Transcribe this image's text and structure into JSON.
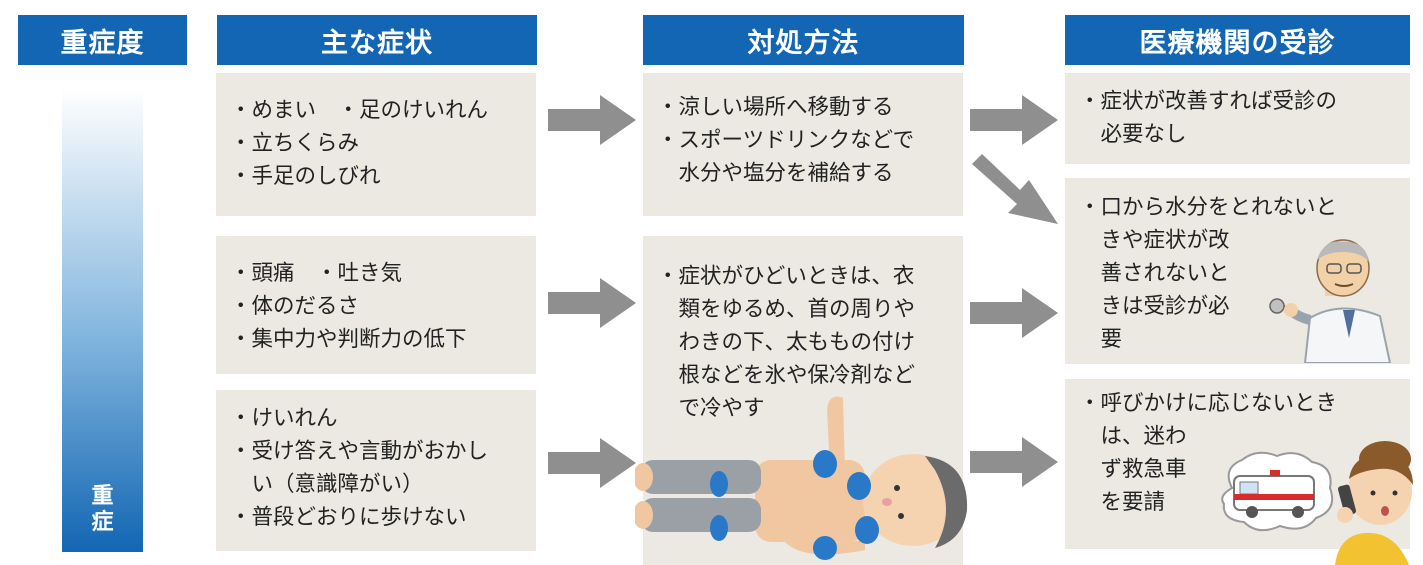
{
  "headers": {
    "severity": "重症度",
    "symptoms": "主な症状",
    "treatment": "対処方法",
    "medical": "医療機関の受診"
  },
  "severity_bar": {
    "bottom_label_1": "重",
    "bottom_label_2": "症"
  },
  "symptoms": {
    "mild": [
      "・めまい　・足のけいれん",
      "・立ちくらみ",
      "・手足のしびれ"
    ],
    "moderate": [
      "・頭痛　・吐き気",
      "・体のだるさ",
      "・集中力や判断力の低下"
    ],
    "severe": [
      "・けいれん",
      "・受け答えや言動がおかし",
      "　い（意識障がい）",
      "・普段どおりに歩けない"
    ]
  },
  "treatment": {
    "mild": [
      "・涼しい場所へ移動する",
      "・スポーツドリンクなどで",
      "　水分や塩分を補給する"
    ],
    "severe": [
      "・症状がひどいときは、衣",
      "　類をゆるめ、首の周りや",
      "　わきの下、太ももの付け",
      "　根などを氷や保冷剤など",
      "　で冷やす"
    ]
  },
  "medical": {
    "mild": [
      "・症状が改善すれば受診の",
      "　必要なし"
    ],
    "moderate": [
      "・口から水分をとれないと",
      "　きや症状が改",
      "　善されないと",
      "　きは受診が必",
      "　要"
    ],
    "severe": [
      "・呼びかけに応じないとき",
      "　は、迷わ",
      "　ず救急車",
      "　を要請"
    ]
  },
  "colors": {
    "header_blue": "#1266b3",
    "box_beige": "#ebe9e1",
    "arrow_gray": "#8f8f8f",
    "cool_spot_blue": "#2a78c8"
  },
  "illustrations": [
    "doctor-with-stethoscope",
    "ambulance-thought-bubble",
    "woman-on-phone",
    "person-lying-with-ice-packs"
  ]
}
